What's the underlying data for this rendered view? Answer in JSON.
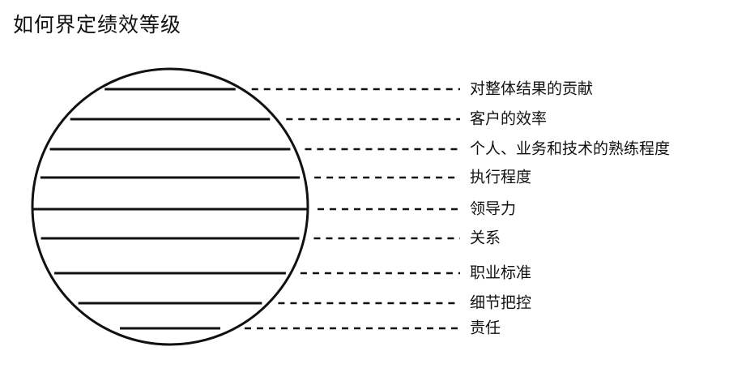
{
  "title": "如何界定绩效等级",
  "colors": {
    "ink": "#111111",
    "background": "#ffffff"
  },
  "levels": [
    "对整体结果的贡献",
    "客户的效率",
    "个人、业务和技术的熟练程度",
    "执行程度",
    "领导力",
    "关系",
    "职业标准",
    "细节把控",
    "责任"
  ]
}
